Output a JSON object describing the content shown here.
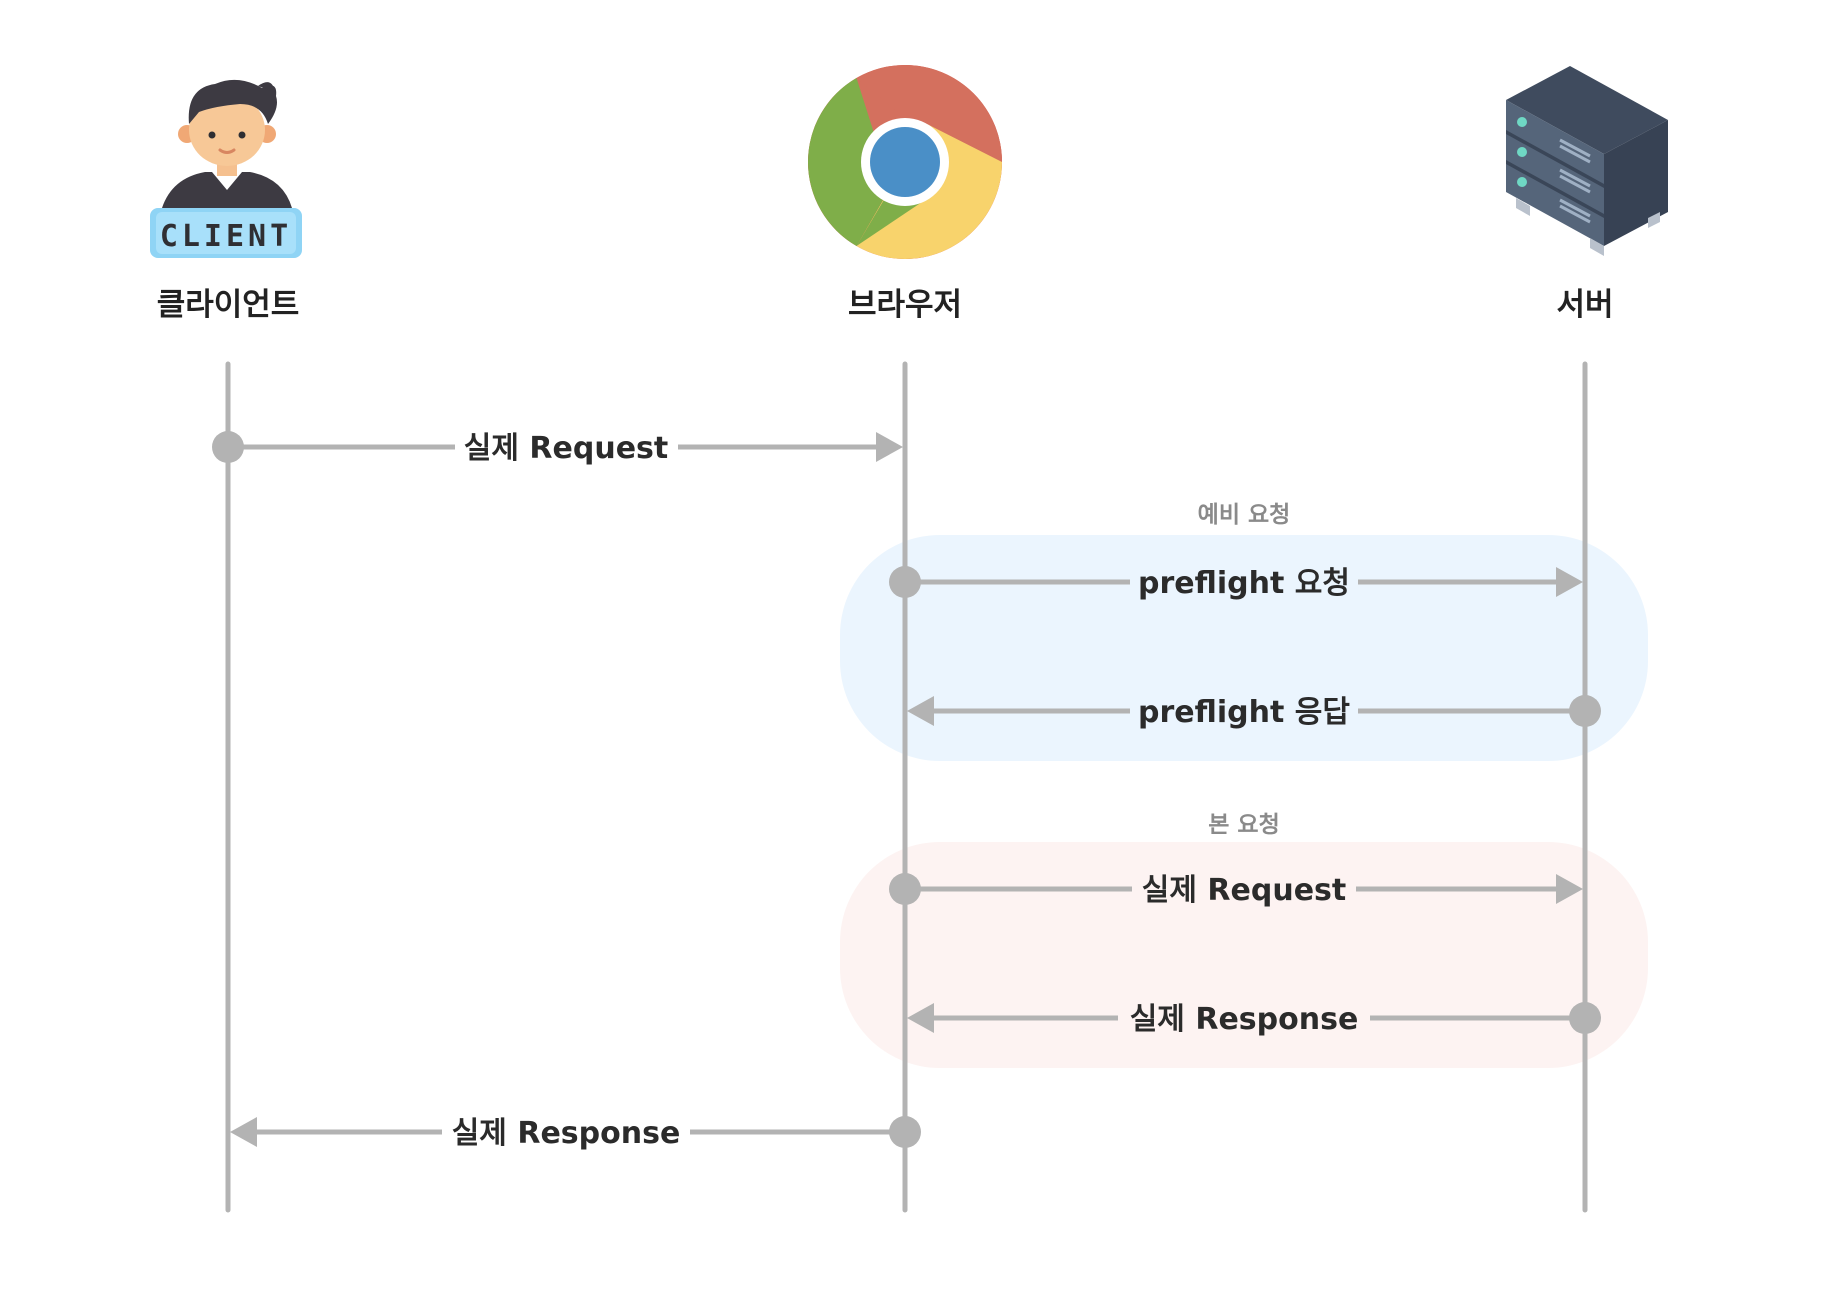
{
  "actors": {
    "client": {
      "label": "클라이언트",
      "badge": "CLIENT",
      "icon": "client-person-icon"
    },
    "browser": {
      "label": "브라우저",
      "icon": "chrome-browser-icon"
    },
    "server": {
      "label": "서버",
      "icon": "server-rack-icon"
    }
  },
  "groups": {
    "preflight": {
      "label": "예비 요청",
      "color": "#ebf5fe"
    },
    "main": {
      "label": "본 요청",
      "color": "#fdf3f2"
    }
  },
  "messages": [
    {
      "label": "실제 Request",
      "from": "client",
      "to": "browser"
    },
    {
      "label": "preflight 요청",
      "from": "browser",
      "to": "server"
    },
    {
      "label": "preflight 응답",
      "from": "server",
      "to": "browser"
    },
    {
      "label": "실제 Request",
      "from": "browser",
      "to": "server"
    },
    {
      "label": "실제 Response",
      "from": "server",
      "to": "browser"
    },
    {
      "label": "실제 Response",
      "from": "browser",
      "to": "client"
    }
  ],
  "colors": {
    "line": "#b3b3b3",
    "text": "#222222"
  }
}
